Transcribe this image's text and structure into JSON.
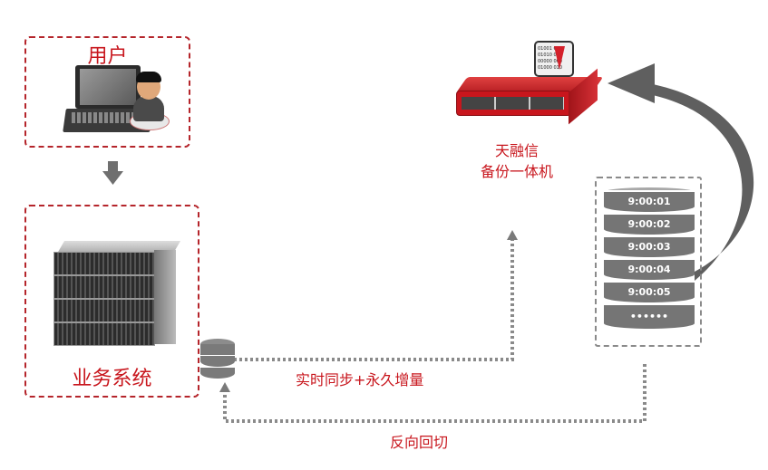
{
  "user_box": {
    "label": "用户"
  },
  "business_box": {
    "label": "业务系统"
  },
  "backup_device": {
    "line1": "天融信",
    "line2": "备份一体机"
  },
  "snapshot_stack": {
    "slices": [
      "9:00:01",
      "9:00:02",
      "9:00:03",
      "9:00:04",
      "9:00:05",
      "••••••"
    ]
  },
  "flows": {
    "sync_label": "实时同步+永久增量",
    "revert_label": "反向回切"
  },
  "colors": {
    "accent_red": "#c8161d",
    "box_red": "#b5252b",
    "gray": "#757575",
    "dotted": "#8a8a8a"
  }
}
